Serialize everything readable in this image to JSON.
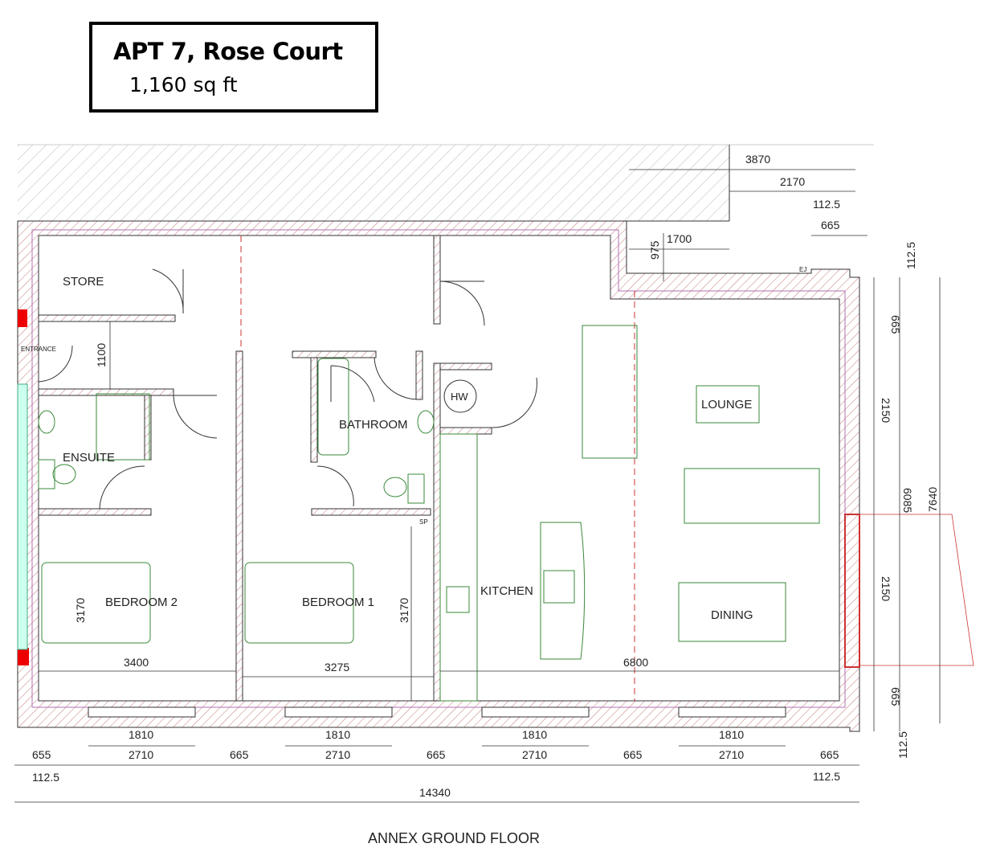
{
  "header": {
    "title": "APT 7, Rose Court",
    "area": "1,160 sq ft"
  },
  "rooms": {
    "store": "STORE",
    "entrance": "ENTRANCE",
    "ensuite": "ENSUITE",
    "bathroom": "BATHROOM",
    "hw": "HW",
    "sp": "SP",
    "ej": "EJ",
    "bedroom2": "BEDROOM 2",
    "bedroom1": "BEDROOM 1",
    "kitchen": "KITCHEN",
    "lounge": "LOUNGE",
    "dining": "DINING"
  },
  "dimensions": {
    "top": {
      "d3870": "3870",
      "d2170": "2170",
      "d112_5a": "112.5",
      "d665a": "665",
      "d1700": "1700",
      "d975": "975",
      "d112_5b": "112.5"
    },
    "right": {
      "d665a": "665",
      "d2150a": "2150",
      "d6085": "6085",
      "d7640": "7640",
      "d2150b": "2150",
      "d665b": "665",
      "d112_5": "112.5"
    },
    "interior": {
      "d1100": "1100",
      "d3170a": "3170",
      "d3170b": "3170",
      "d3400": "3400",
      "d3275": "3275",
      "d6800": "6800"
    },
    "bottom": {
      "windows": [
        "1810",
        "1810",
        "1810",
        "1810"
      ],
      "bays": [
        "2710",
        "2710",
        "2710",
        "2710"
      ],
      "piers": [
        "655",
        "665",
        "665",
        "665",
        "665"
      ],
      "edge_left": "112.5",
      "edge_right": "112.5",
      "total": "14340"
    }
  },
  "footer": {
    "caption": "ANNEX GROUND FLOOR"
  },
  "colors": {
    "wall_hatch": "#c47a7a",
    "inner_hatch": "#b070b0",
    "furniture": "#3a8a3a",
    "grid_line": "#cc3333"
  }
}
